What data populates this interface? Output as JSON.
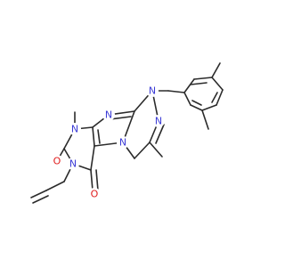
{
  "colors": {
    "bond": "#2b2b2b",
    "nitrogen": "#3b3bd6",
    "oxygen": "#e01c1c",
    "background": "#ffffff"
  },
  "molecule": {
    "atoms": [
      {
        "label": "N",
        "element": "N"
      },
      {
        "label": "N",
        "element": "N"
      },
      {
        "label": "N",
        "element": "N"
      },
      {
        "label": "N",
        "element": "N"
      },
      {
        "label": "N",
        "element": "N"
      },
      {
        "label": "N",
        "element": "N"
      },
      {
        "label": "O",
        "element": "O"
      },
      {
        "label": "O",
        "element": "O"
      }
    ]
  }
}
